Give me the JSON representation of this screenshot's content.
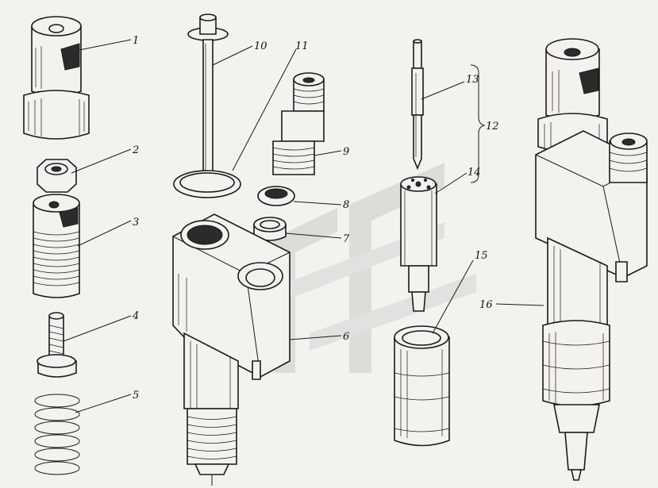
{
  "diagram": {
    "labels": [
      "1",
      "2",
      "3",
      "4",
      "5",
      "6",
      "7",
      "8",
      "9",
      "10",
      "11",
      "12",
      "13",
      "14",
      "15",
      "16"
    ]
  },
  "colors": {
    "ink": "#1a1a1a",
    "paper": "#f4f2ee",
    "watermark": "#c9ccc9"
  },
  "watermark": {
    "icon": "logo-watermark-icon"
  }
}
